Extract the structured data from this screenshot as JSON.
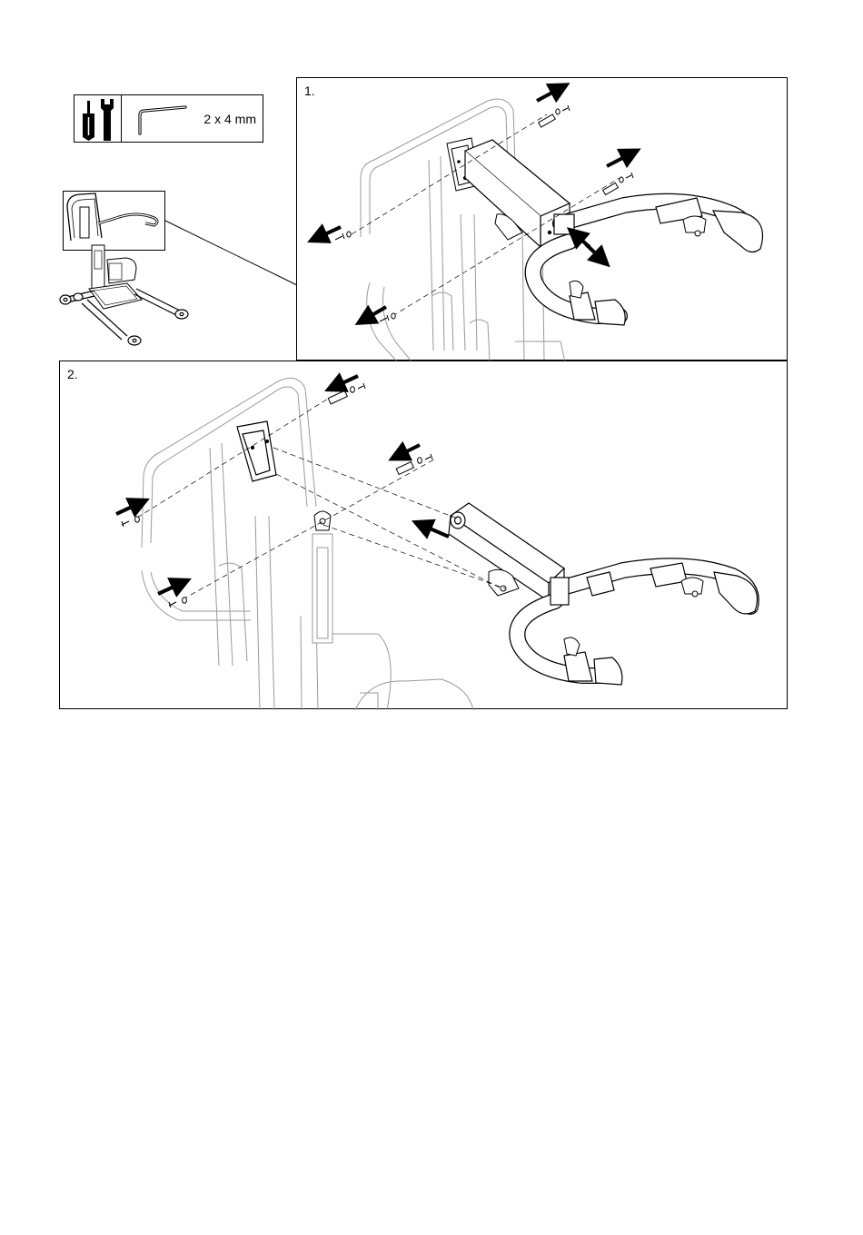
{
  "tools": {
    "size_label": "2 x 4 mm",
    "icons": [
      "screwdriver-icon",
      "wrench-icon",
      "hex-key-icon"
    ]
  },
  "steps": [
    {
      "number": "1."
    },
    {
      "number": "2."
    }
  ]
}
